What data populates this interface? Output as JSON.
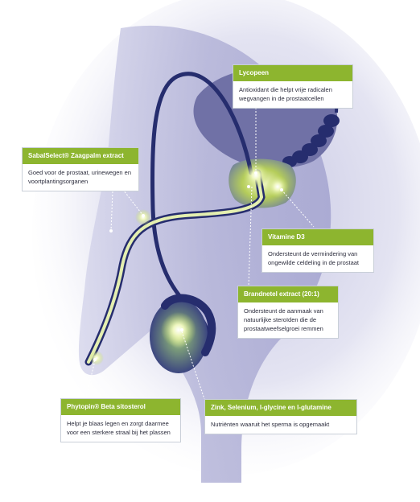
{
  "callouts": {
    "lycopeen": {
      "title": "Lycopeen",
      "text": "Antioxidant die helpt vrije radicalen wegvangen in de prostaatcellen"
    },
    "sabal": {
      "title": "SabalSelect® Zaagpalm extract",
      "text": "Goed voor de prostaat, urinewegen en voortplantingsorganen"
    },
    "vitamine_d3": {
      "title": "Vitamine D3",
      "text": "Ondersteunt de vermindering van ongewilde celdeling in de prostaat"
    },
    "brandnetel": {
      "title": "Brandnetel extract (20:1)",
      "text": "Ondersteunt de aanmaak van natuurlijke steroïden die de prostaatweefselgroei remmen"
    },
    "zink": {
      "title": "Zink, Selenium, l-glycine en l-glutamine",
      "text": "Nutriënten waaruit het sperma is opgemaakt"
    },
    "phytopin": {
      "title": "Phytopin® Beta sitosterol",
      "text": "Helpt je blaas legen en zorgt daarmee voor een sterkere straal bij het plassen"
    }
  },
  "colors": {
    "accent": "#8db52f",
    "vessel": "#262d6e",
    "body_shape": "#b9b9db",
    "organ": "#7576a8",
    "glow": "#e6f3a5"
  }
}
